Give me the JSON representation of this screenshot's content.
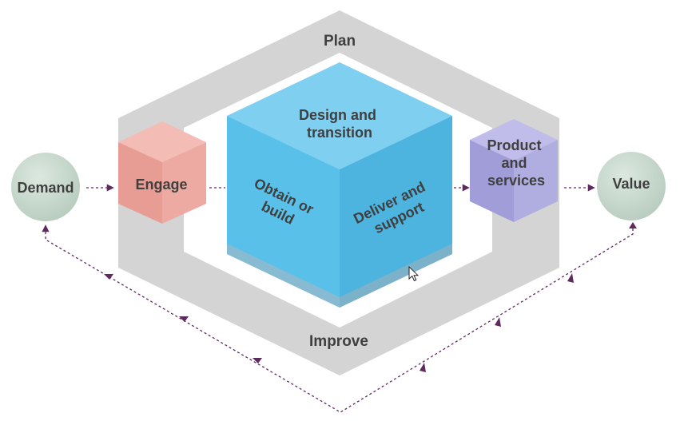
{
  "diagram": {
    "plan": "Plan",
    "improve": "Improve",
    "demand": "Demand",
    "value": "Value",
    "engage": "Engage",
    "design_transition": [
      "Design and",
      "transition"
    ],
    "obtain_build": [
      "Obtain or",
      "build"
    ],
    "deliver_support": [
      "Deliver and",
      "support"
    ],
    "product_services": [
      "Product",
      "and",
      "services"
    ]
  },
  "colors": {
    "frame": "#d4d4d4",
    "engage": "#eea9a1",
    "central": "#57c1ea",
    "product": "#a8a5dc",
    "circle": "#c7d8cd",
    "flow": "#5e2a5e",
    "text": "#3f3f3f"
  },
  "icons": {
    "cursor": "mouse-pointer-icon"
  }
}
